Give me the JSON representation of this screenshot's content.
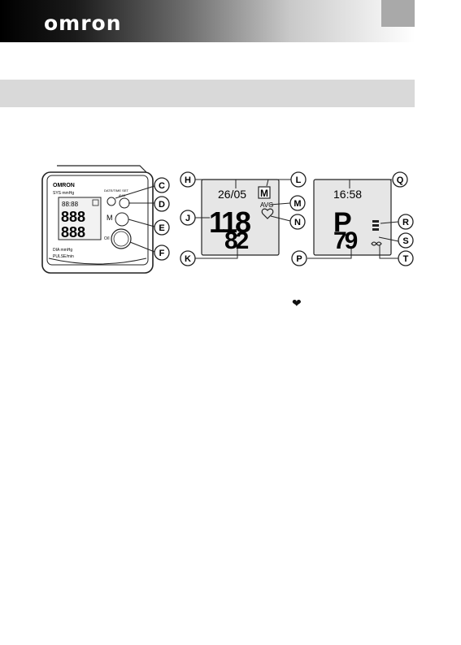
{
  "header": {
    "brand": "omron"
  },
  "device": {
    "brand": "OMRON",
    "sys_label": "SYS mmHg",
    "dia_label": "DIA mmHg",
    "pulse_label": "PULSE/min",
    "datetime_set_label": "DATE/TIME SET",
    "avg_label": "AVG",
    "memory_button_label": "M",
    "power_label": "O/I"
  },
  "callouts": {
    "C": "C",
    "D": "D",
    "E": "E",
    "F": "F",
    "H": "H",
    "J": "J",
    "K": "K",
    "L": "L",
    "M": "M",
    "N": "N",
    "Q": "Q",
    "R": "R",
    "S": "S",
    "T": "T",
    "P": "P"
  },
  "display_left": {
    "date": "26/05",
    "memory_symbol": "M",
    "avg": "AVG",
    "systolic": "118",
    "diastolic": "82"
  },
  "display_right": {
    "time": "16:58",
    "pulse_symbol": "P",
    "pulse": "79"
  },
  "inline_icon": "heart-icon"
}
